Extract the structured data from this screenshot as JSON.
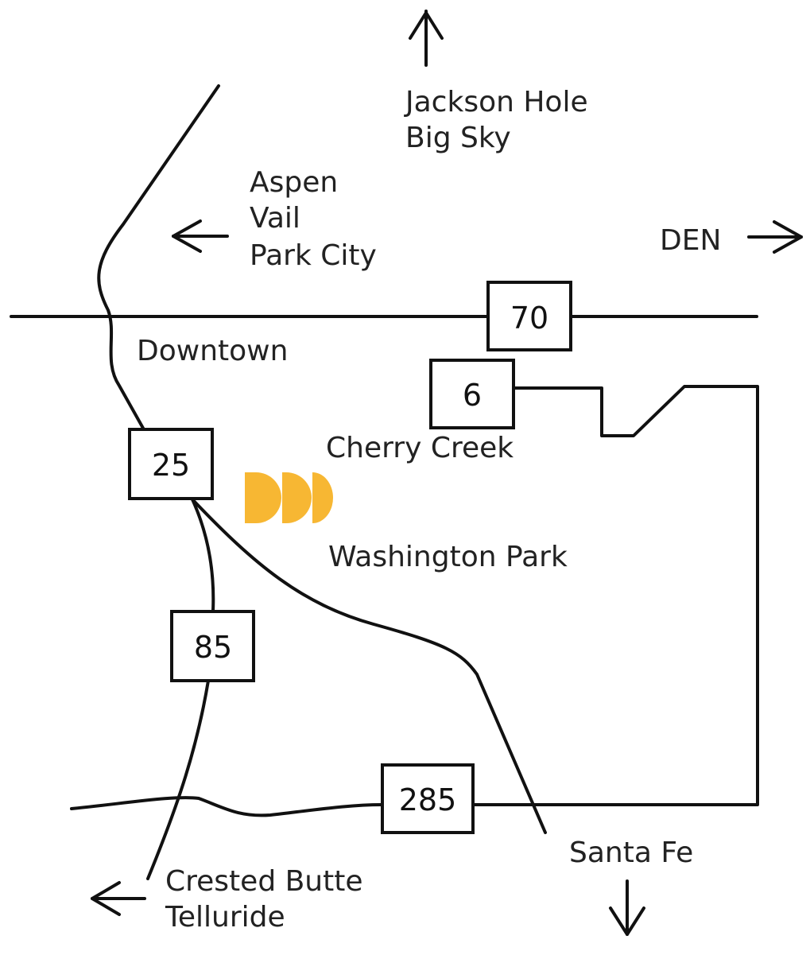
{
  "colors": {
    "ink": "#111111",
    "marker": "#F7B733",
    "background": "#ffffff"
  },
  "highways": {
    "i70": "70",
    "us6": "6",
    "i25": "25",
    "co85": "85",
    "us285": "285"
  },
  "places": {
    "downtown": "Downtown",
    "cherry_creek": "Cherry Creek",
    "washington_park": "Washington Park"
  },
  "destinations": {
    "north": [
      "Jackson Hole",
      "Big Sky"
    ],
    "west": [
      "Aspen",
      "Vail",
      "Park City"
    ],
    "east": "DEN",
    "south": "Santa Fe",
    "southwest": [
      "Crested Butte",
      "Telluride"
    ]
  },
  "icons": {
    "location_marker": "yellow-half-circles-logo-icon"
  }
}
